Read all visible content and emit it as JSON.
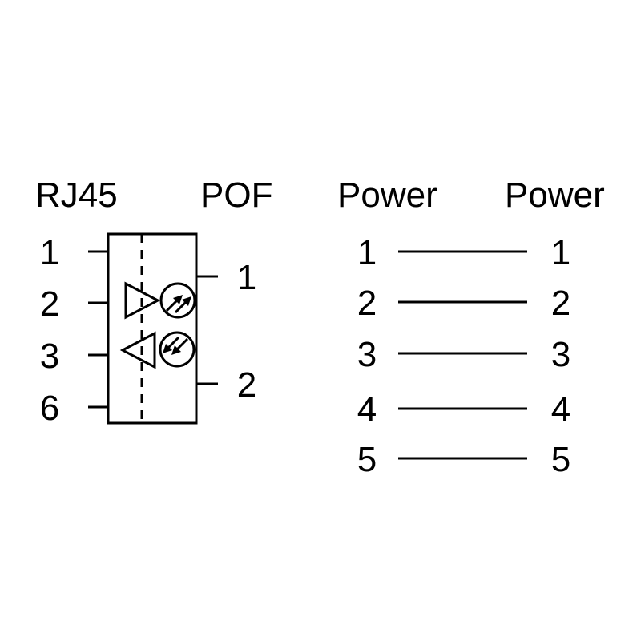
{
  "headings": {
    "rj45": "RJ45",
    "pof": "POF",
    "power_left": "Power",
    "power_right": "Power"
  },
  "converter_block": {
    "rj45_pins": [
      {
        "label": "1"
      },
      {
        "label": "2"
      },
      {
        "label": "3"
      },
      {
        "label": "6"
      }
    ],
    "pof_pins": [
      {
        "label": "1"
      },
      {
        "label": "2"
      }
    ],
    "symbols": {
      "transmitter": {
        "icon": "transmitter-triangle-icon",
        "emitter": "led-emitter-icon"
      },
      "receiver": {
        "icon": "receiver-triangle-icon",
        "detector": "photodiode-detector-icon"
      }
    }
  },
  "power_rows": [
    {
      "left": "1",
      "right": "1"
    },
    {
      "left": "2",
      "right": "2"
    },
    {
      "left": "3",
      "right": "3"
    },
    {
      "left": "4",
      "right": "4"
    },
    {
      "left": "5",
      "right": "5"
    }
  ],
  "colors": {
    "ink": "#000000",
    "background": "#ffffff"
  }
}
